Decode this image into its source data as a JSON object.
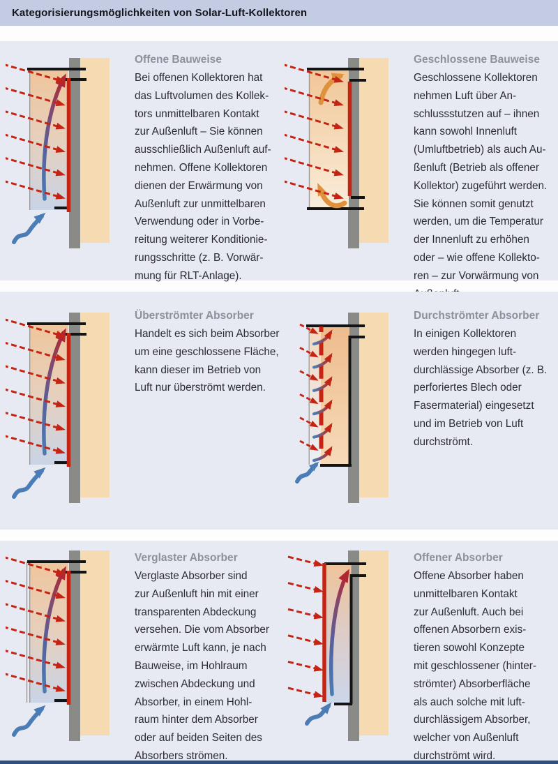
{
  "title": "Kategorisierungsmöglichkeiten von Solar-Luft-Kollektoren",
  "panels": [
    {
      "heading": "Offene Bauweise",
      "body": "Bei offenen Kollektoren hat\ndas Luftvolumen des Kollek-\ntors unmittelbaren Kontakt\nzur Außenluft – Sie können\nausschließlich Außenluft auf-\nnehmen. Offene Kollektoren\ndienen der Erwärmung von\nAußenluft zur unmittelbaren\nVerwendung oder in Vorbe-\nreitung weiterer Konditionie-\nrungsschritte (z. B. Vorwär-\nmung für RLT-Anlage).",
      "diagram": "open-collector-rear-flow"
    },
    {
      "heading": "Geschlossene Bauweise",
      "body": "Geschlossene Kollektoren\nnehmen Luft über An-\nschlussstutzen auf – ihnen\nkann sowohl Innenluft\n(Umluftbetrieb) als auch Au-\nßenluft (Betrieb als offener\nKollektor) zugeführt werden.\nSie können somit genutzt\nwerden, um die Temperatur\nder Innenluft zu erhöhen\noder – wie offene Kollekto-\nren – zur Vorwärmung von\nAußenluft.",
      "diagram": "closed-collector-ducted"
    },
    {
      "heading": "Überströmter Absorber",
      "body": "Handelt es sich beim Absorber\num eine geschlossene Fläche,\nkann dieser im Betrieb von\nLuft nur überströmt werden.",
      "diagram": "overflowed-absorber"
    },
    {
      "heading": "Durchströmter Absorber",
      "body": "In einigen Kollektoren\nwerden hingegen luft-\ndurchlässige Absorber (z. B.\nperforiertes Blech oder\nFasermaterial) eingesetzt\nund im Betrieb von Luft\ndurchströmt.",
      "diagram": "perforated-through-flow-absorber"
    },
    {
      "heading": "Verglaster Absorber",
      "body": "Verglaste Absorber sind\nzur Außenluft hin mit einer\ntransparenten Abdeckung\nversehen. Die vom Absorber\nerwärmte Luft kann, je nach\nBauweise, im Hohlraum\nzwischen Abdeckung und\nAbsorber, in einem Hohl-\nraum hinter dem Absorber\noder auf beiden Seiten des\nAbsorbers strömen.",
      "diagram": "glazed-absorber"
    },
    {
      "heading": "Offener Absorber",
      "body": "Offene Absorber haben\nunmittelbaren Kontakt\nzur Außenluft. Auch bei\noffenen Absorbern exis-\ntieren sowohl Konzepte\nmit geschlossener (hinter-\nströmter) Absorberfläche\nals auch solche mit luft-\ndurchlässigem Absorber,\nwelcher von Außenluft\ndurchströmt wird.",
      "diagram": "exposed-absorber-channel"
    }
  ],
  "palette": {
    "title_bar_bg": "#c4cce4",
    "title_text": "#15151d",
    "panel_bg": "#e7e9f3",
    "heading_gray": "#8d9099",
    "body_text": "#2b2b31",
    "radiation_red": "#c42413",
    "absorber_red": "#c42413",
    "flow_blue": "#4a7cb5",
    "flow_warm_red": "#b02733",
    "duct_orange": "#e0913c",
    "frame_black": "#141414",
    "glazing_gray": "#9a9a9a",
    "wall_gray": "#8a8a86",
    "masonry_beige": "#f6dbb2",
    "bottom_bar_blue": "#31507e"
  }
}
